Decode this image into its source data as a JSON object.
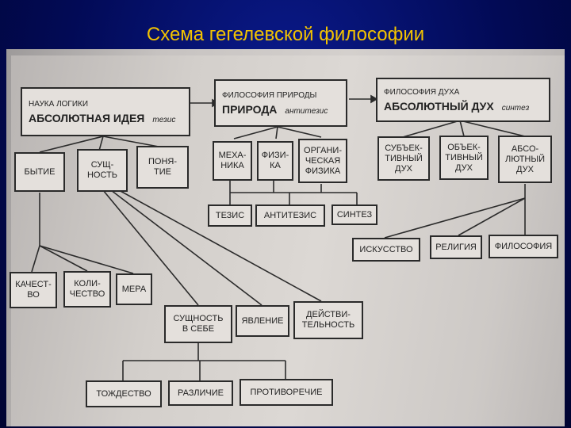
{
  "title": "Схема гегелевской философии",
  "logic": {
    "sub": "Наука логики",
    "main": "Абсолютная идея",
    "note": "тезис"
  },
  "nature": {
    "sub": "Философия природы",
    "main": "Природа",
    "note": "антитезис"
  },
  "spirit": {
    "sub": "Философия духа",
    "main": "Абсолютный дух",
    "note": "синтез"
  },
  "logic_children": [
    "Бытие",
    "Сущ-\nность",
    "Поня-\nтие"
  ],
  "nature_children": [
    "Меха-\nника",
    "Физи-\nка",
    "Органи-\nческая\nфизика"
  ],
  "nature_triad": [
    "Тезис",
    "Антитезис",
    "Синтез"
  ],
  "spirit_children": [
    "Субъек-\nтивный\nдух",
    "Объек-\nтивный\nдух",
    "Абсо-\nлютный\nдух"
  ],
  "spirit_forms": [
    "Искусство",
    "Религия",
    "Философия"
  ],
  "being_children": [
    "Качест-\nво",
    "Коли-\nчество",
    "Мера"
  ],
  "essence_children": [
    "Сущность\nв себе",
    "Явление",
    "Действи-\nтельность"
  ],
  "essence_self_children": [
    "Тождество",
    "Различие",
    "Противоречие"
  ],
  "colors": {
    "background": "#020a55",
    "title": "#f3c300",
    "paper": "#d3cfcb"
  }
}
